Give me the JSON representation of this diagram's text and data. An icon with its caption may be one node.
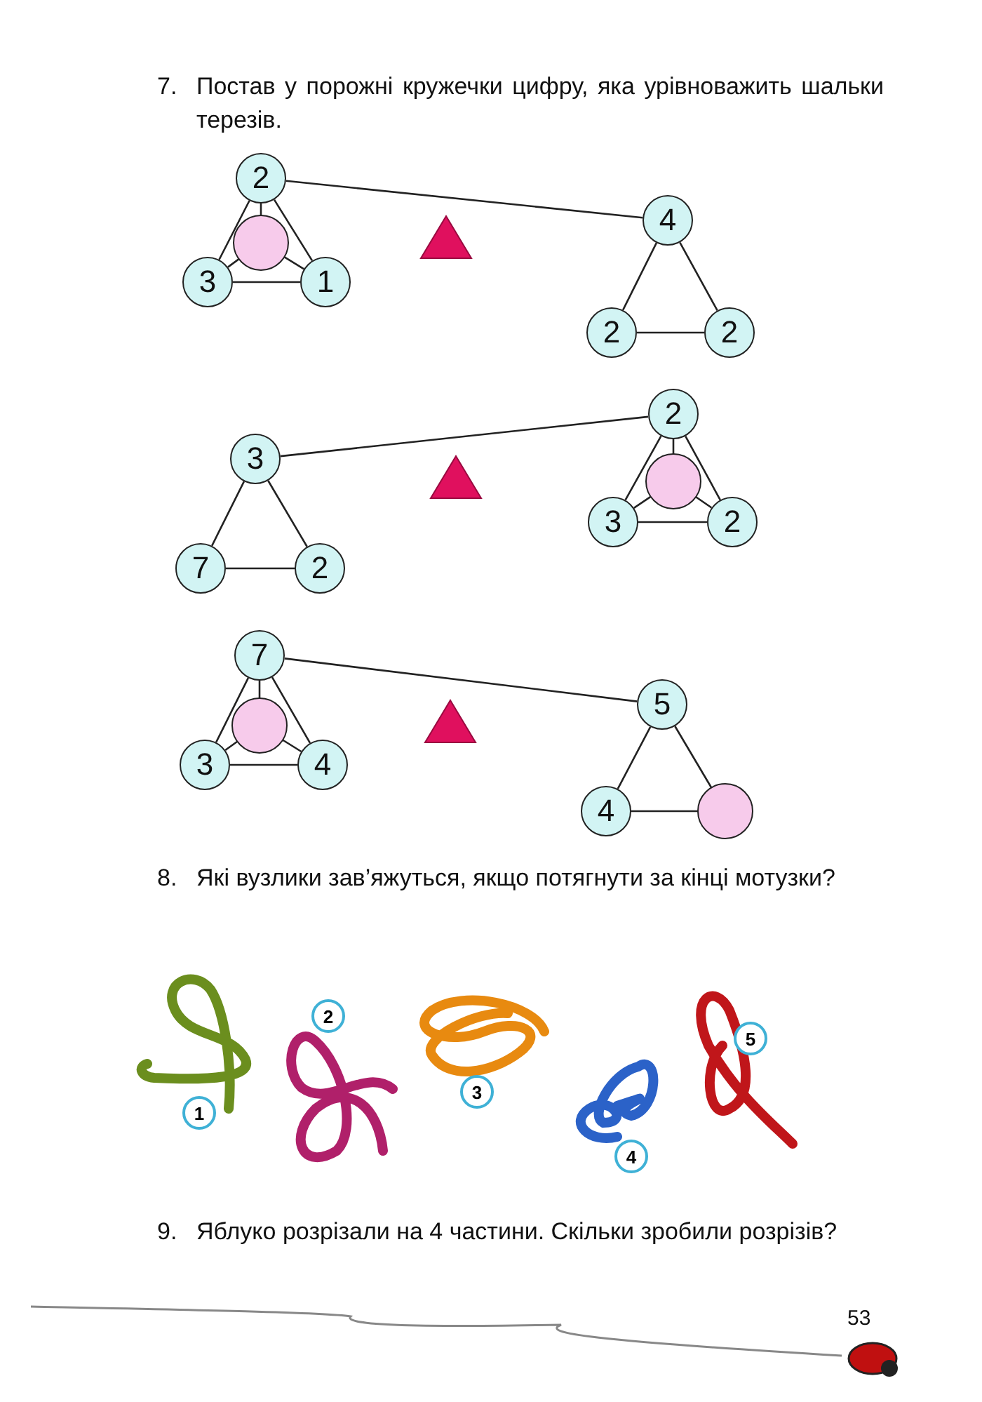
{
  "diagram": {
    "nodes": [
      {
        "text": [
          "2"
        ]
      },
      {
        "text": [],
        "shape": "circle"
      },
      {
        "text": [
          "3"
        ]
      },
      {
        "text": [
          "1"
        ]
      },
      {
        "text": [
          "4"
        ]
      },
      {
        "text": [
          "2"
        ]
      },
      {
        "text": [
          "2"
        ]
      },
      {
        "text": [
          "2"
        ]
      },
      {
        "text": [
          "3"
        ]
      },
      {
        "text": [],
        "shape": "circle"
      },
      {
        "text": [
          "3"
        ]
      },
      {
        "text": [
          "2"
        ]
      },
      {
        "text": [
          "7"
        ]
      },
      {
        "text": [
          "2"
        ]
      },
      {
        "text": [
          "7"
        ]
      },
      {
        "text": [],
        "shape": "circle"
      },
      {
        "text": [
          "5"
        ]
      },
      {
        "text": [
          "3"
        ]
      },
      {
        "text": [
          "4"
        ]
      },
      {
        "text": [
          "4"
        ]
      },
      {
        "text": [],
        "shape": "circle"
      }
    ],
    "edges": [
      {
        "from": 0,
        "to": 4,
        "arrow": "none"
      },
      {
        "from": 0,
        "to": 1,
        "arrow": "none"
      },
      {
        "from": 0,
        "to": 2,
        "arrow": "none"
      },
      {
        "from": 0,
        "to": 3,
        "arrow": "none"
      },
      {
        "from": 1,
        "to": 2,
        "arrow": "none"
      },
      {
        "from": 1,
        "to": 3,
        "arrow": "none"
      },
      {
        "from": 2,
        "to": 3,
        "arrow": "none"
      },
      {
        "from": 4,
        "to": 5,
        "arrow": "none"
      },
      {
        "from": 4,
        "to": 6,
        "arrow": "none"
      },
      {
        "from": 5,
        "to": 6,
        "arrow": "none"
      },
      {
        "from": 8,
        "to": 7,
        "arrow": "none"
      },
      {
        "from": 7,
        "to": 9,
        "arrow": "none"
      },
      {
        "from": 7,
        "to": 10,
        "arrow": "none"
      },
      {
        "from": 7,
        "to": 11,
        "arrow": "none"
      },
      {
        "from": 9,
        "to": 10,
        "arrow": "none"
      },
      {
        "from": 9,
        "to": 11,
        "arrow": "none"
      },
      {
        "from": 10,
        "to": 11,
        "arrow": "none"
      },
      {
        "from": 8,
        "to": 12,
        "arrow": "none"
      },
      {
        "from": 8,
        "to": 13,
        "arrow": "none"
      },
      {
        "from": 12,
        "to": 13,
        "arrow": "none"
      },
      {
        "from": 14,
        "to": 16,
        "arrow": "none"
      },
      {
        "from": 14,
        "to": 15,
        "arrow": "none"
      },
      {
        "from": 14,
        "to": 17,
        "arrow": "none"
      },
      {
        "from": 14,
        "to": 18,
        "arrow": "none"
      },
      {
        "from": 15,
        "to": 17,
        "arrow": "none"
      },
      {
        "from": 15,
        "to": 18,
        "arrow": "none"
      },
      {
        "from": 17,
        "to": 18,
        "arrow": "none"
      },
      {
        "from": 16,
        "to": 19,
        "arrow": "none"
      },
      {
        "from": 16,
        "to": 20,
        "arrow": "none"
      },
      {
        "from": 19,
        "to": 20,
        "arrow": "none"
      }
    ],
    "labels": [
      "7.",
      "Постав у порожні кружечки цифру, яка урівноважить шальки терезів.",
      "8.",
      "Які вузлики зав’яжуться, якщо потягнути за кінці мотузки?",
      "2",
      "5",
      "1",
      "3",
      "4",
      "9.",
      "Яблуко розрізали на 4 частини. Скільки зробили розрізів?",
      "53"
    ]
  }
}
